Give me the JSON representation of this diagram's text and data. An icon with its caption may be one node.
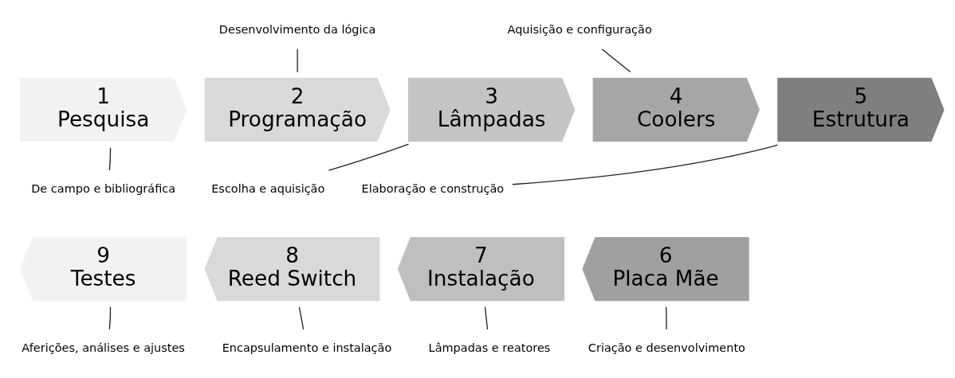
{
  "diagram": {
    "nodes": [
      {
        "text": [
          "1",
          "Pesquisa"
        ]
      },
      {
        "text": [
          "2",
          "Programação"
        ]
      },
      {
        "text": [
          "3",
          "Lâmpadas"
        ]
      },
      {
        "text": [
          "4",
          "Coolers"
        ]
      },
      {
        "text": [
          "5",
          "Estrutura"
        ]
      },
      {
        "text": [
          "6",
          "Placa Mãe"
        ]
      },
      {
        "text": [
          "7",
          "Instalação"
        ]
      },
      {
        "text": [
          "8",
          "Reed Switch"
        ]
      },
      {
        "text": [
          "9",
          "Testes"
        ]
      },
      {
        "text": [
          "De campo e bibliográfica"
        ]
      },
      {
        "text": [
          "Desenvolvimento da lógica"
        ]
      },
      {
        "text": [
          "Escolha e aquisição"
        ]
      },
      {
        "text": [
          "Aquisição e configuração"
        ]
      },
      {
        "text": [
          "Elaboração e construção"
        ]
      },
      {
        "text": [
          "Criação e desenvolvimento"
        ]
      },
      {
        "text": [
          "Lâmpadas e reatores"
        ]
      },
      {
        "text": [
          "Encapsulamento e instalação"
        ]
      },
      {
        "text": [
          "Aferições, análises e ajustes"
        ]
      }
    ],
    "edges": [
      {
        "from": 9,
        "to": 0,
        "arrow": "none"
      },
      {
        "from": 10,
        "to": 1,
        "arrow": "none"
      },
      {
        "from": 11,
        "to": 2,
        "arrow": "none"
      },
      {
        "from": 12,
        "to": 3,
        "arrow": "none"
      },
      {
        "from": 13,
        "to": 4,
        "arrow": "none"
      },
      {
        "from": 14,
        "to": 5,
        "arrow": "none"
      },
      {
        "from": 15,
        "to": 6,
        "arrow": "none"
      },
      {
        "from": 16,
        "to": 7,
        "arrow": "none"
      },
      {
        "from": 17,
        "to": 8,
        "arrow": "none"
      }
    ]
  }
}
